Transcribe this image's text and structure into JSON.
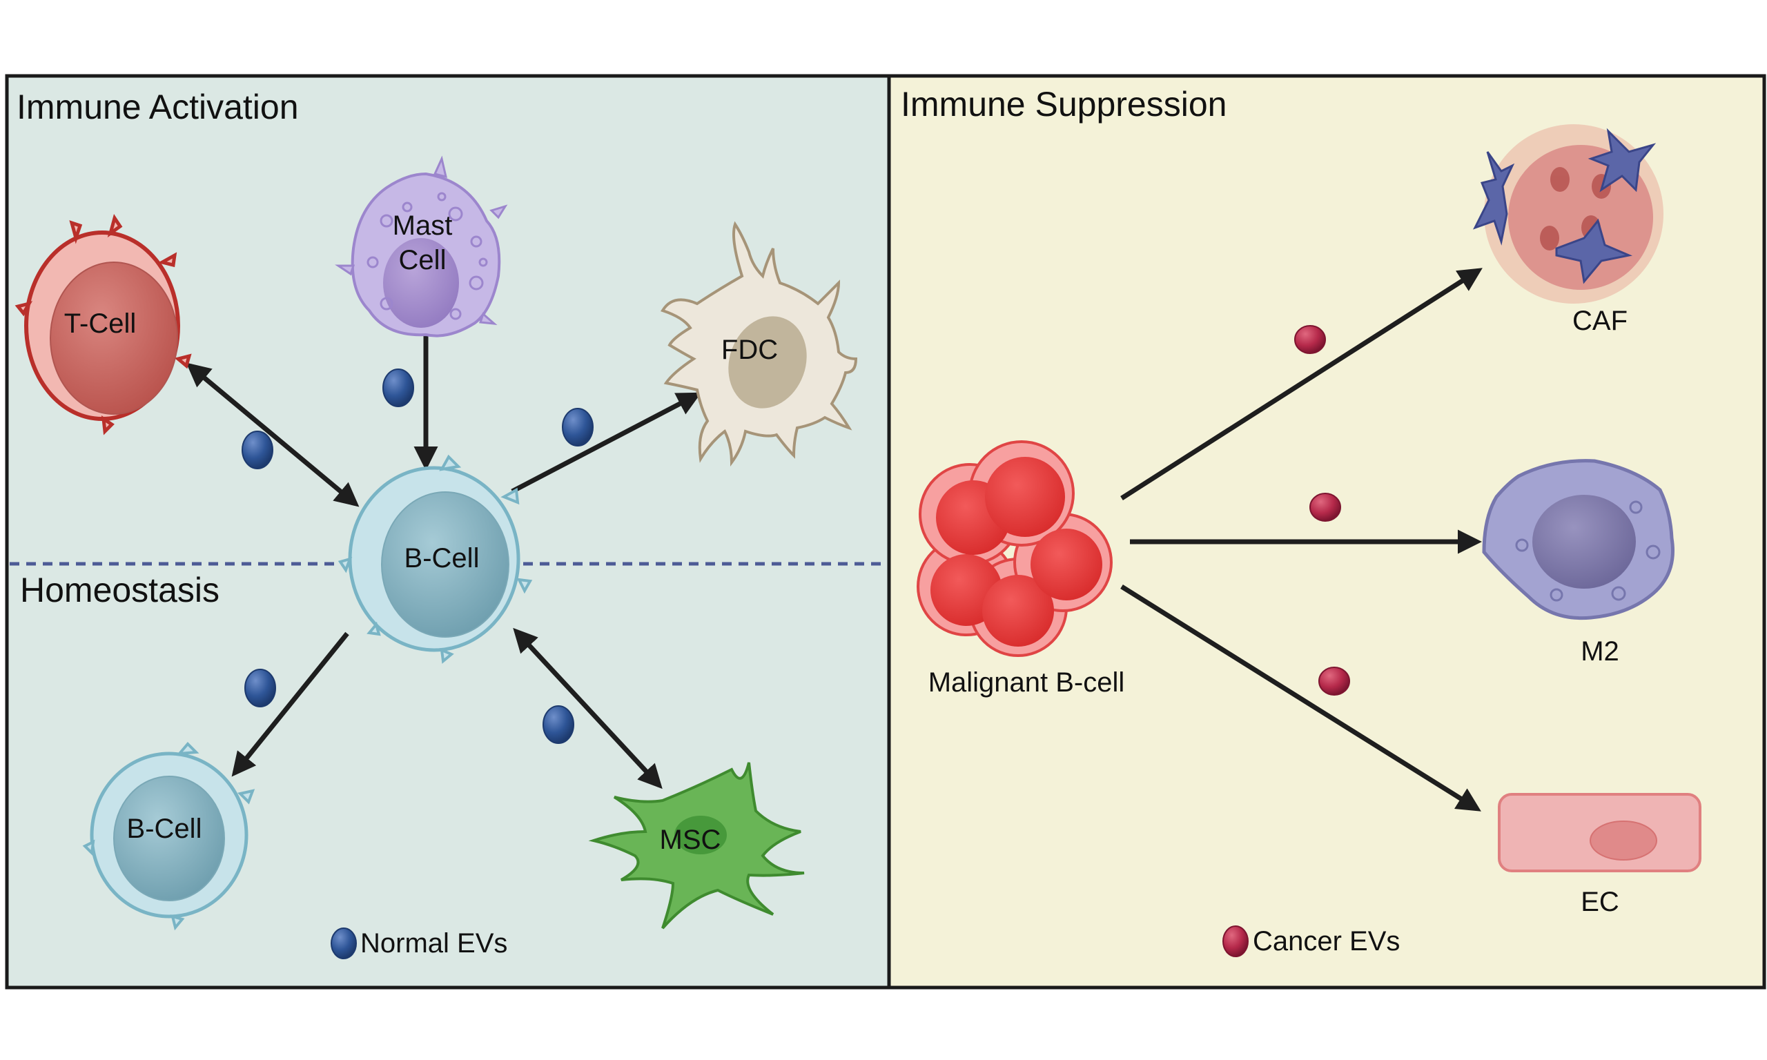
{
  "figure": {
    "left_panel": {
      "title": "Immune Activation",
      "subtitle": "Homeostasis",
      "background": "#dbe8e4",
      "cells": {
        "t_cell": "T-Cell",
        "mast_cell_line1": "Mast",
        "mast_cell_line2": "Cell",
        "fdc": "FDC",
        "b_cell_center": "B-Cell",
        "b_cell_lower": "B-Cell",
        "msc": "MSC"
      },
      "legend": {
        "label": "Normal EVs",
        "color": "#2e5597"
      }
    },
    "right_panel": {
      "title": "Immune Suppression",
      "background": "#f4f2d8",
      "cells": {
        "malignant": "Malignant B-cell",
        "caf": "CAF",
        "m2": "M2",
        "ec": "EC"
      },
      "legend": {
        "label": "Cancer EVs",
        "color": "#b5294a"
      }
    },
    "connections": [
      {
        "from": "T-Cell",
        "to": "B-Cell",
        "direction": "bidirectional"
      },
      {
        "from": "Mast Cell",
        "to": "B-Cell",
        "direction": "forward"
      },
      {
        "from": "B-Cell",
        "to": "FDC",
        "direction": "forward"
      },
      {
        "from": "B-Cell",
        "to": "B-Cell",
        "direction": "forward"
      },
      {
        "from": "B-Cell",
        "to": "MSC",
        "direction": "bidirectional"
      },
      {
        "from": "Malignant B-cell",
        "to": "CAF",
        "direction": "forward"
      },
      {
        "from": "Malignant B-cell",
        "to": "M2",
        "direction": "forward"
      },
      {
        "from": "Malignant B-cell",
        "to": "EC",
        "direction": "forward"
      }
    ]
  }
}
